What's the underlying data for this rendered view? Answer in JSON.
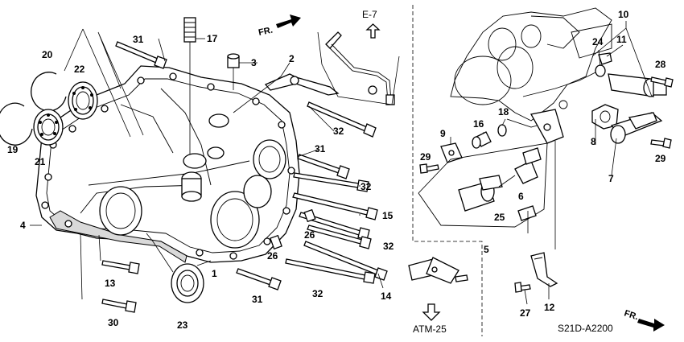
{
  "diagram_code": "S21D-A2200",
  "direction_label": "FR.",
  "references": {
    "upper": "E-7",
    "lower": "ATM-25"
  },
  "callouts": [
    {
      "id": "c1",
      "label": "1"
    },
    {
      "id": "c2",
      "label": "2"
    },
    {
      "id": "c3",
      "label": "3"
    },
    {
      "id": "c4",
      "label": "4"
    },
    {
      "id": "c5",
      "label": "5"
    },
    {
      "id": "c6",
      "label": "6"
    },
    {
      "id": "c7",
      "label": "7"
    },
    {
      "id": "c8",
      "label": "8"
    },
    {
      "id": "c9",
      "label": "9"
    },
    {
      "id": "c10",
      "label": "10"
    },
    {
      "id": "c11",
      "label": "11"
    },
    {
      "id": "c12",
      "label": "12"
    },
    {
      "id": "c13",
      "label": "13"
    },
    {
      "id": "c14",
      "label": "14"
    },
    {
      "id": "c15",
      "label": "15"
    },
    {
      "id": "c16",
      "label": "16"
    },
    {
      "id": "c17",
      "label": "17"
    },
    {
      "id": "c18",
      "label": "18"
    },
    {
      "id": "c19",
      "label": "19"
    },
    {
      "id": "c20",
      "label": "20"
    },
    {
      "id": "c21",
      "label": "21"
    },
    {
      "id": "c22",
      "label": "22"
    },
    {
      "id": "c23",
      "label": "23"
    },
    {
      "id": "c24",
      "label": "24"
    },
    {
      "id": "c25",
      "label": "25"
    },
    {
      "id": "c26a",
      "label": "26"
    },
    {
      "id": "c26b",
      "label": "26"
    },
    {
      "id": "c27",
      "label": "27"
    },
    {
      "id": "c28",
      "label": "28"
    },
    {
      "id": "c29a",
      "label": "29"
    },
    {
      "id": "c29b",
      "label": "29"
    },
    {
      "id": "c30",
      "label": "30"
    },
    {
      "id": "c31a",
      "label": "31"
    },
    {
      "id": "c31b",
      "label": "31"
    },
    {
      "id": "c31c",
      "label": "31"
    },
    {
      "id": "c32a",
      "label": "32"
    },
    {
      "id": "c32b",
      "label": "32"
    },
    {
      "id": "c32c",
      "label": "32"
    },
    {
      "id": "c32d",
      "label": "32"
    }
  ]
}
